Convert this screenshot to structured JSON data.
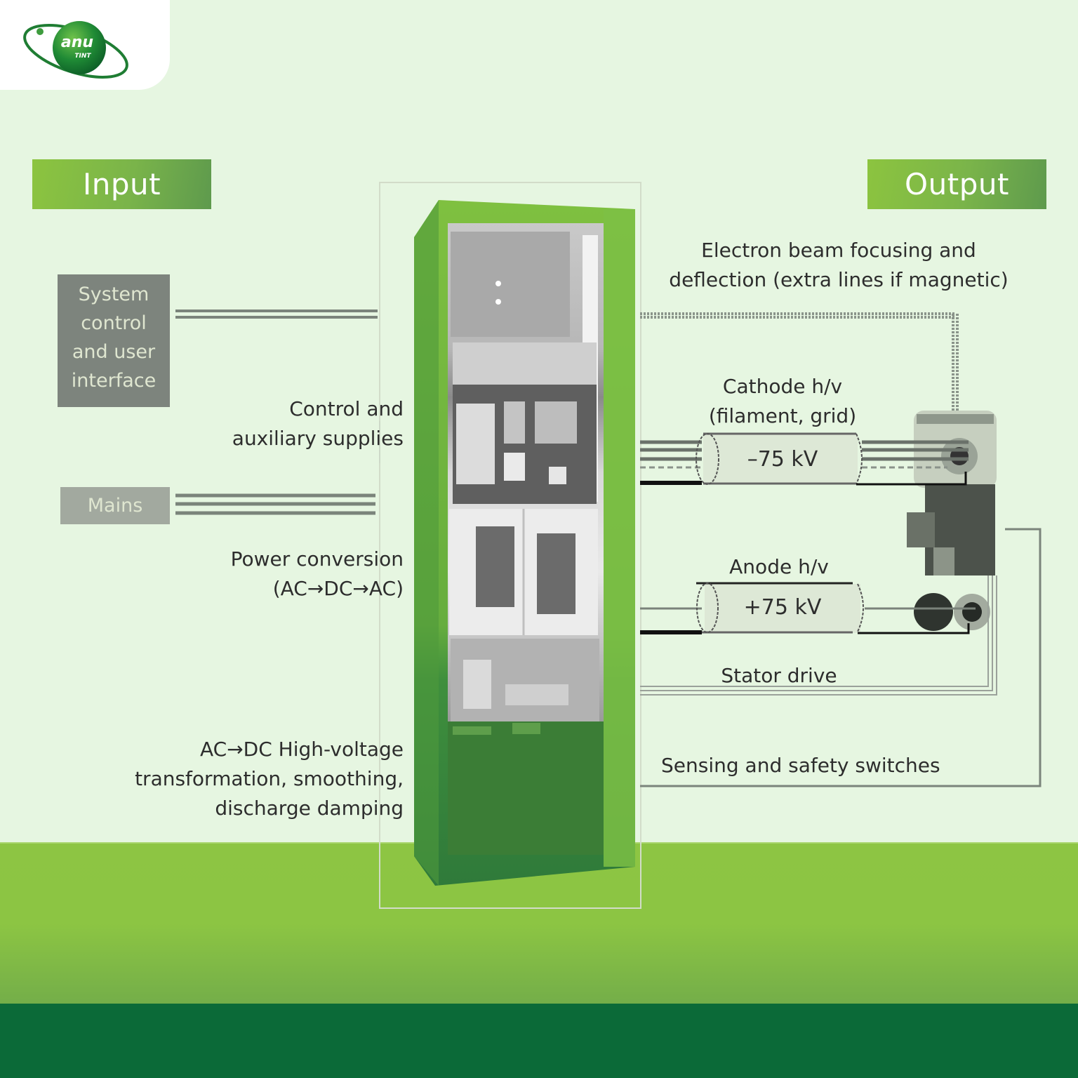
{
  "brand": {
    "logo_text_main": "anu",
    "logo_text_sub": "TINT",
    "logo_icon": "globe-orbit-icon",
    "colors": {
      "brand_green": "#0b6a38",
      "accent_lime": "#8cc543",
      "background": "#e6f6e1"
    }
  },
  "headers": {
    "input": "Input",
    "output": "Output"
  },
  "inputs": {
    "system_control": [
      "System",
      "control",
      "and user",
      "interface"
    ],
    "mains": "Mains"
  },
  "cabinet_sections": {
    "control": [
      "Control and",
      "auxiliary supplies"
    ],
    "power": [
      "Power conversion",
      "(AC→DC→AC)"
    ],
    "high_voltage": [
      "AC→DC High-voltage",
      "transformation, smoothing,",
      "discharge damping"
    ]
  },
  "outputs": {
    "electron_beam": [
      "Electron beam focusing and",
      "deflection (extra lines if magnetic)"
    ],
    "cathode": {
      "label": [
        "Cathode h/v",
        "(filament, grid)"
      ],
      "voltage": "–75 kV"
    },
    "anode": {
      "label": "Anode h/v",
      "voltage": "+75 kV"
    },
    "stator": "Stator drive",
    "sensing": "Sensing and safety switches"
  }
}
